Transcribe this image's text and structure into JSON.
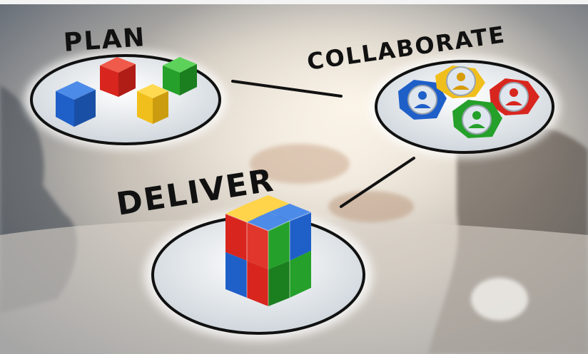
{
  "labels": {
    "plan": "PLAN",
    "collaborate": "COLLABORATE",
    "deliver": "DELIVER"
  },
  "colors": {
    "blue": "#1f5fc8",
    "red": "#d8261f",
    "green": "#25a02a",
    "yellow": "#f1bf1c",
    "ink": "#111111"
  }
}
